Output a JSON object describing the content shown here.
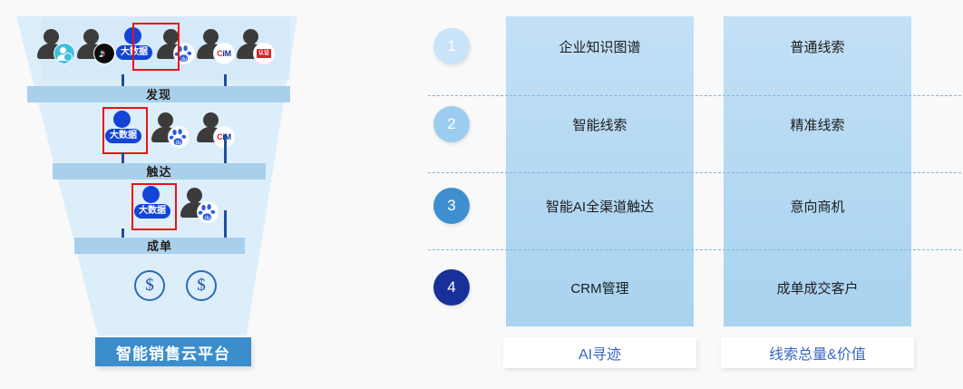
{
  "funnel": {
    "stages": [
      {
        "label": "发现"
      },
      {
        "label": "触达"
      },
      {
        "label": "成单"
      }
    ],
    "rows": [
      {
        "persons": [
          {
            "icon": "contact-badge-icon",
            "label": ""
          },
          {
            "icon": "tiktok-icon",
            "label": ""
          },
          {
            "icon": "bigdata-icon",
            "label": "大数据"
          },
          {
            "icon": "baidu-icon",
            "label": ""
          },
          {
            "icon": "cim-icon",
            "label": "CiM"
          },
          {
            "icon": "renzheng-icon",
            "label": "认证"
          }
        ]
      },
      {
        "persons": [
          {
            "icon": "bigdata-icon",
            "label": "大数据"
          },
          {
            "icon": "baidu-icon",
            "label": ""
          },
          {
            "icon": "cim-icon",
            "label": "CiM"
          }
        ]
      },
      {
        "persons": [
          {
            "icon": "bigdata-icon",
            "label": "大数据"
          },
          {
            "icon": "baidu-icon",
            "label": ""
          }
        ]
      }
    ],
    "coins": [
      "$",
      "$"
    ],
    "platform_label": "智能销售云平台",
    "colors": {
      "funnel_fill": "#ddeefb",
      "band": "#a8d0ec",
      "arrow": "#1f4e9c",
      "highlight_box": "#ee1111",
      "bigdata_blue": "#1344d6",
      "platform_chip": "#3c8dcc"
    }
  },
  "stage_table": {
    "rows": [
      {
        "number": "1",
        "capability": "企业知识图谱",
        "outcome": "普通线索",
        "circle_color": "#c9e3f8"
      },
      {
        "number": "2",
        "capability": "智能线索",
        "outcome": "精准线索",
        "circle_color": "#9ccdee"
      },
      {
        "number": "3",
        "capability": "智能AI全渠道触达",
        "outcome": "意向商机",
        "circle_color": "#3f8fd0"
      },
      {
        "number": "4",
        "capability": "CRM管理",
        "outcome": "成单成交客户",
        "circle_color": "#17309a"
      }
    ],
    "footers": {
      "capability_label": "AI寻迹",
      "outcome_label": "线索总量&价值"
    },
    "colors": {
      "column_fill": "#bcdcf4",
      "divider": "#7fb6e0",
      "footer_text": "#3966c4"
    }
  }
}
